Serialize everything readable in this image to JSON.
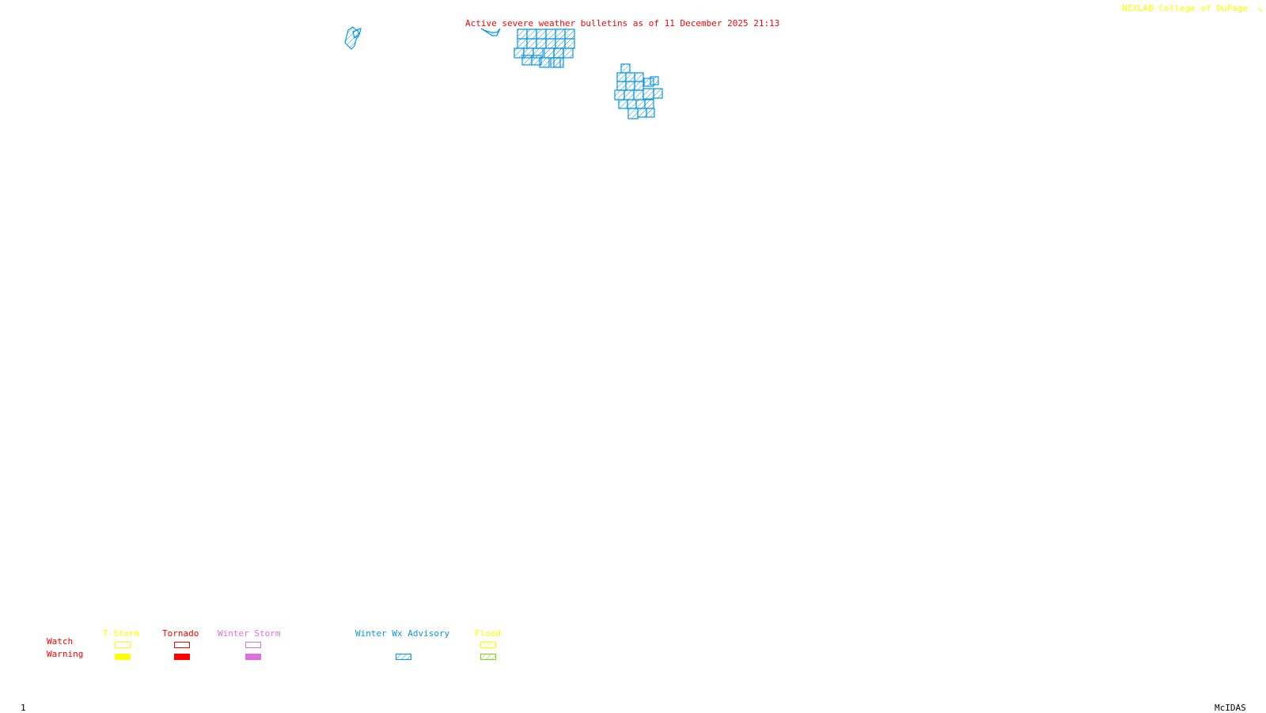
{
  "header": {
    "title": "Active severe weather bulletins as of 11 December 2025 21:13",
    "credit": "NEXLAB-College of DuPage",
    "credit_icon": "arrow-icon"
  },
  "legend": {
    "row_labels": {
      "watch": "Watch",
      "warning": "Warning"
    },
    "categories": [
      {
        "id": "tstorm",
        "label": "T-Storm",
        "color": "#ffff00",
        "watch": "outline",
        "warning": "solid"
      },
      {
        "id": "tornado",
        "label": "Tornado",
        "color": "#ff0000",
        "watch": "outline",
        "warning": "solid"
      },
      {
        "id": "winter-storm",
        "label": "Winter Storm",
        "color": "#dd70dd",
        "watch": "outline",
        "warning": "solid"
      },
      {
        "id": "winter-wx-advisory",
        "label": "Winter Wx Advisory",
        "color": "#0a96e6",
        "watch": "none",
        "warning": "hatched"
      },
      {
        "id": "flood",
        "label": "Flood",
        "color": "#ffff00",
        "warning_color": "#7fd31e",
        "watch": "hatched",
        "warning": "hatched"
      }
    ]
  },
  "colors": {
    "title": "#ff0000",
    "credit": "#ffff00",
    "advisory": "#0a96e6",
    "footer": "#000000"
  },
  "alerts": [
    {
      "type": "Winter Wx Advisory",
      "region": "northwest-small"
    },
    {
      "type": "Winter Wx Advisory",
      "region": "north-central-strip"
    },
    {
      "type": "Winter Wx Advisory",
      "region": "north-central-block"
    },
    {
      "type": "Winter Wx Advisory",
      "region": "central-cluster"
    }
  ],
  "footer": {
    "frame_number": "1",
    "software": "McIDAS"
  }
}
